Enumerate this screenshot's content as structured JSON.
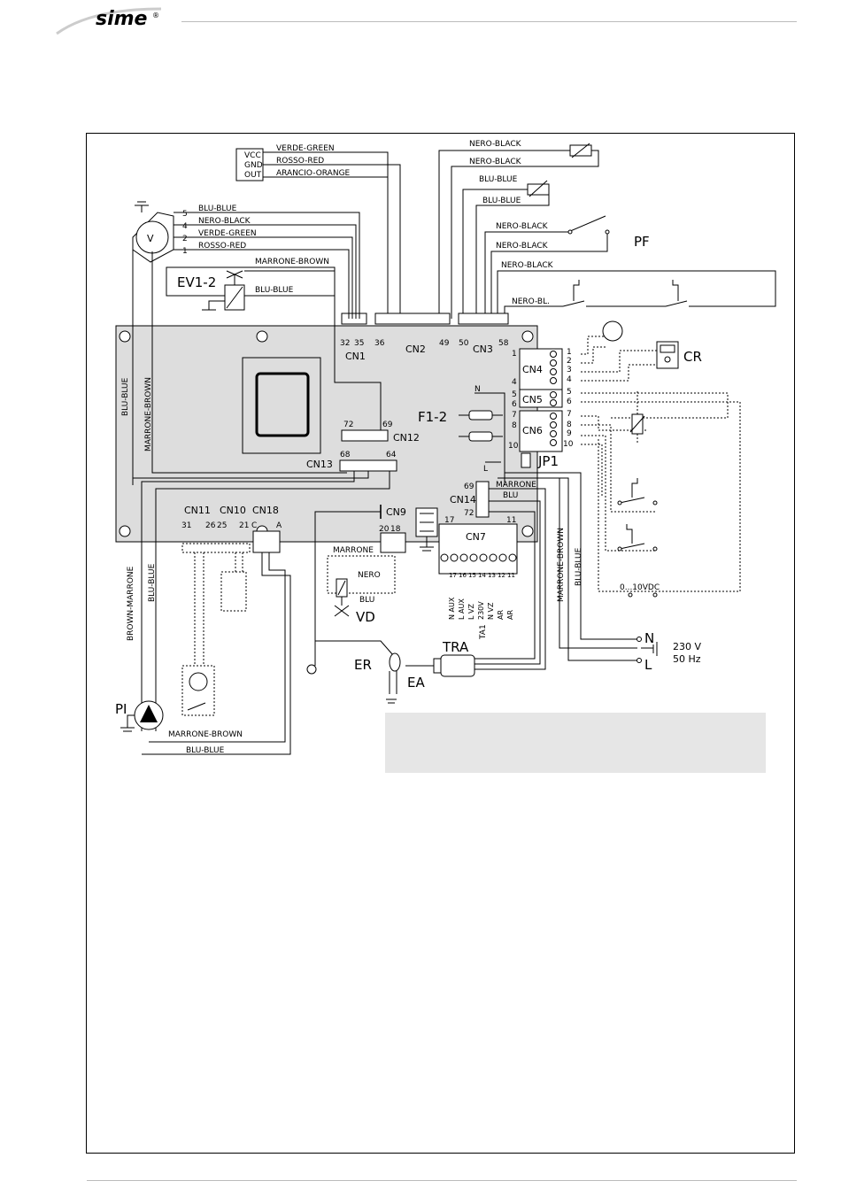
{
  "brand": {
    "name": "sime",
    "registered": "®"
  },
  "wires": {
    "sensor_vcc": "VCC",
    "sensor_gnd": "GND",
    "sensor_out": "OUT",
    "verde_green": "VERDE-GREEN",
    "rosso_red": "ROSSO-RED",
    "arancio_orange": "ARANCIO-ORANGE",
    "nero_black": "NERO-BLACK",
    "blu_blue": "BLU-BLUE",
    "nero_bl": "NERO-BL.",
    "marrone_brown": "MARRONE-BROWN",
    "brown_marrone": "BROWN-MARRONE",
    "marrone": "MARRONE",
    "nero": "NERO",
    "blu": "BLU"
  },
  "components": {
    "V": "V",
    "EV1_2": "EV1-2",
    "PF": "PF",
    "CR": "CR",
    "F1_2": "F1-2",
    "JP1": "JP1",
    "ER": "ER",
    "EA": "EA",
    "TRA": "TRA",
    "VD": "VD",
    "PI": "PI",
    "N": "N",
    "L": "L",
    "mains_v": "230  V",
    "mains_hz": "50  Hz",
    "analog": "0...10VDC"
  },
  "connectors": {
    "CN1": "CN1",
    "CN2": "CN2",
    "CN3": "CN3",
    "CN4": "CN4",
    "CN5": "CN5",
    "CN6": "CN6",
    "CN7": "CN7",
    "CN9": "CN9",
    "CN10": "CN10",
    "CN11": "CN11",
    "CN12": "CN12",
    "CN13": "CN13",
    "CN14": "CN14",
    "CN18": "CN18"
  },
  "pins": {
    "p32": "32",
    "p35": "35",
    "p36": "36",
    "p49": "49",
    "p50": "50",
    "p58": "58",
    "p72": "72",
    "p69": "69",
    "p68": "68",
    "p64": "64",
    "p31": "31",
    "p26": "26",
    "p25": "25",
    "p21": "21",
    "pC": "C",
    "pA": "A",
    "p20": "20",
    "p18": "18",
    "p17": "17",
    "p11": "11",
    "v5": "5",
    "v4": "4",
    "v2": "2",
    "v1": "1",
    "cn4_1": "1",
    "cn4_4": "4",
    "cn5_5": "5",
    "cn5_6": "6",
    "cn6_7": "7",
    "cn6_8": "8",
    "cn6_10": "10",
    "t1": "1",
    "t2": "2",
    "t3": "3",
    "t4": "4",
    "t5": "5",
    "t6": "6",
    "t7": "7",
    "t8": "8",
    "t9": "9",
    "t10": "10"
  },
  "cn7_terminals": [
    "17",
    "16",
    "15",
    "14",
    "13",
    "12",
    "11"
  ],
  "cn7_labels": [
    "N AUX",
    "L AUX",
    "L VZ",
    "230V",
    "N VZ",
    "AR",
    "AR"
  ],
  "ta1": "TA1"
}
